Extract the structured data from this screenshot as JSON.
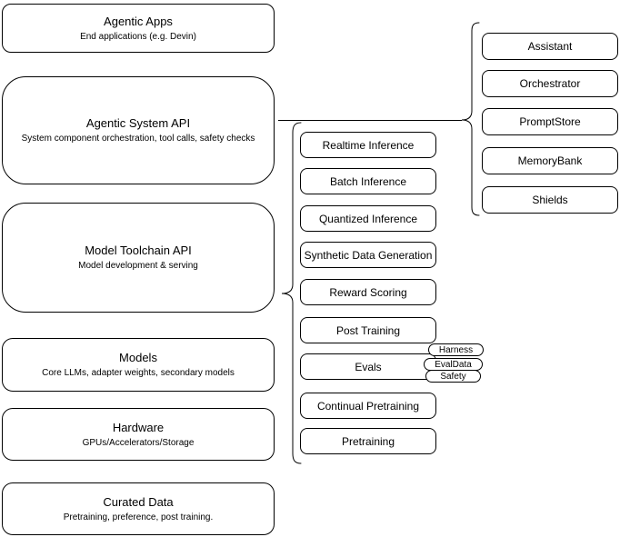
{
  "colors": {
    "stroke": "#000000",
    "background": "#ffffff",
    "text": "#000000"
  },
  "layers": [
    {
      "title": "Agentic Apps",
      "subtitle": "End applications (e.g. Devin)"
    },
    {
      "title": "Agentic System API",
      "subtitle": "System component orchestration, tool calls, safety checks"
    },
    {
      "title": "Model Toolchain API",
      "subtitle": "Model development & serving"
    },
    {
      "title": "Models",
      "subtitle": "Core LLMs, adapter weights, secondary models"
    },
    {
      "title": "Hardware",
      "subtitle": "GPUs/Accelerators/Storage"
    },
    {
      "title": "Curated Data",
      "subtitle": "Pretraining, preference, post training."
    }
  ],
  "toolchain_items": [
    "Realtime Inference",
    "Batch Inference",
    "Quantized Inference",
    "Synthetic Data Generation",
    "Reward Scoring",
    "Post Training",
    "Evals",
    "Continual Pretraining",
    "Pretraining"
  ],
  "evals_tags": [
    "Harness",
    "EvalData",
    "Safety"
  ],
  "system_components": [
    "Assistant",
    "Orchestrator",
    "PromptStore",
    "MemoryBank",
    "Shields"
  ]
}
